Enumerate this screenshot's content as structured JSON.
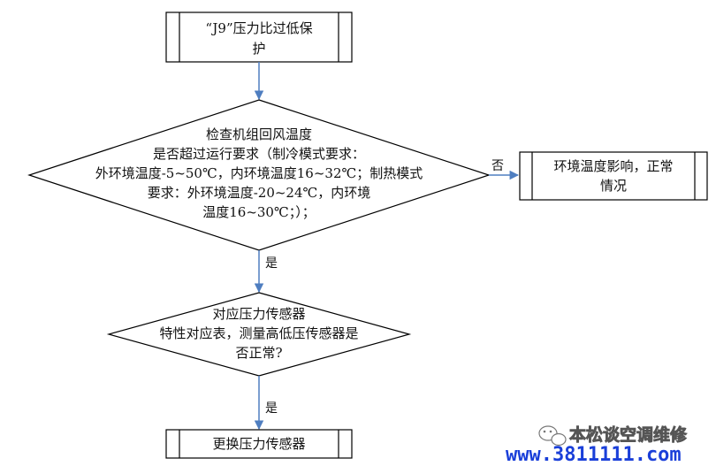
{
  "nodes": {
    "start": {
      "lines": [
        "“J9”压力比过低保",
        "护"
      ]
    },
    "check_temp": {
      "lines": [
        "检查机组回风温度",
        "是否超过运行要求（制冷模式要求：",
        "外环境温度-5~50℃，内环境温度16~32℃；制热模式",
        "要求：外环境温度-20~24℃，内环境",
        "温度16~30℃；）；"
      ]
    },
    "normal": {
      "lines": [
        "环境温度影响，正常",
        "情况"
      ]
    },
    "check_sensor": {
      "lines": [
        "对应压力传感器",
        "特性对应表，测量高低压传感器是",
        "否正常?"
      ]
    },
    "replace": {
      "lines": [
        "更换压力传感器"
      ]
    }
  },
  "edges": {
    "temp_no": "否",
    "temp_yes": "是",
    "sensor_yes": "是"
  },
  "watermark": {
    "account": "本松谈空调维修",
    "url": "www.3811111.com"
  },
  "colors": {
    "line": "#000000",
    "arrow": "#4f7ec0",
    "url": "#1a3fd9"
  }
}
